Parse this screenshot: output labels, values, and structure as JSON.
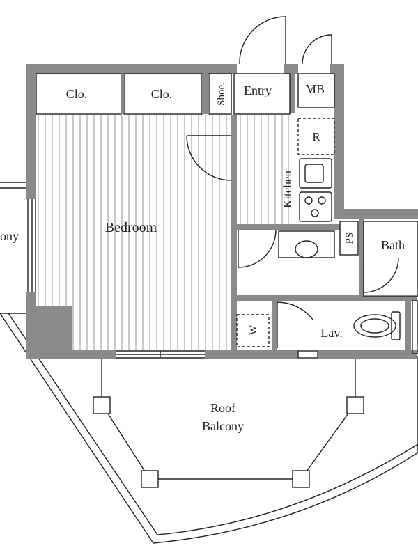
{
  "rooms": {
    "closet_left": "Clo.",
    "closet_right": "Clo.",
    "shoe": "Shoe.",
    "entry": "Entry",
    "mb": "MB",
    "refrigerator": "R",
    "kitchen": "Kitchen",
    "bedroom": "Bedroom",
    "ps": "PS",
    "bath": "Bath",
    "washer": "W",
    "lavatory": "Lav.",
    "balcony_side": "ony",
    "roof_balcony_line1": "Roof",
    "roof_balcony_line2": "Balcony"
  },
  "colors": {
    "wall": "#8a8a8a",
    "line": "#222222",
    "background": "#ffffff"
  }
}
